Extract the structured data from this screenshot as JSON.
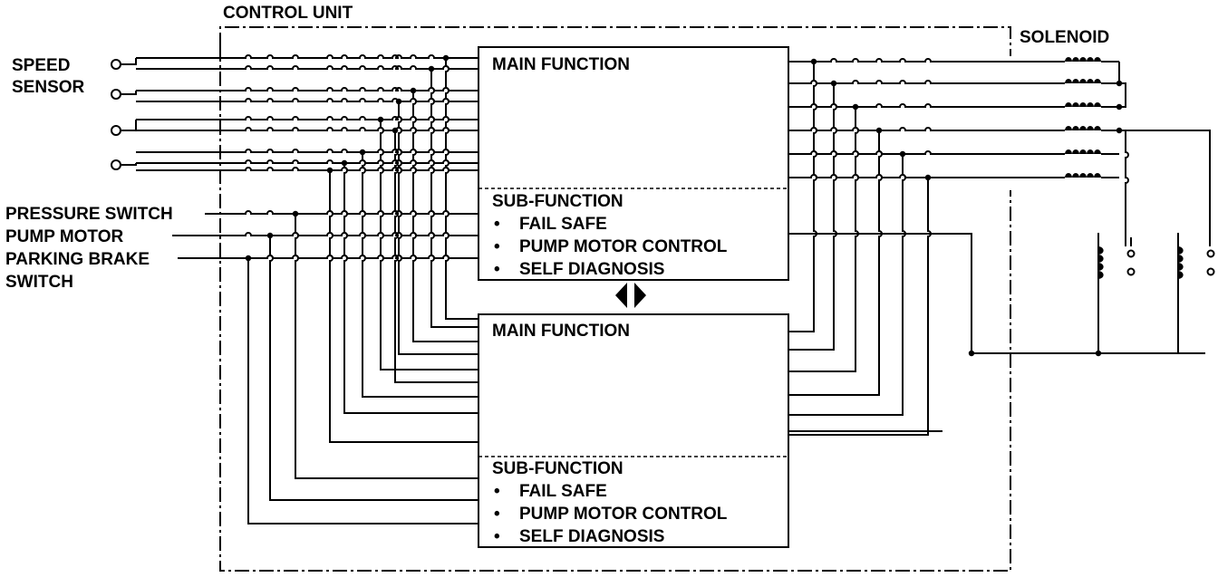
{
  "diagram": {
    "control_unit_label": "CONTROL UNIT",
    "solenoid_label": "SOLENOID",
    "speed_sensor_line1": "SPEED",
    "speed_sensor_line2": "SENSOR",
    "pressure_switch_label": "PRESSURE SWITCH",
    "pump_motor_label": "PUMP MOTOR",
    "parking_brake_line1": "PARKING BRAKE",
    "parking_brake_line2": "SWITCH",
    "upper_block": {
      "main_title": "MAIN FUNCTION",
      "sub_title": "SUB-FUNCTION",
      "sub_items": [
        "FAIL SAFE",
        "PUMP MOTOR CONTROL",
        "SELF DIAGNOSIS"
      ]
    },
    "lower_block": {
      "main_title": "MAIN FUNCTION",
      "sub_title": "SUB-FUNCTION",
      "sub_items": [
        "FAIL SAFE",
        "PUMP MOTOR CONTROL",
        "SELF DIAGNOSIS"
      ]
    },
    "bullet": "•"
  }
}
